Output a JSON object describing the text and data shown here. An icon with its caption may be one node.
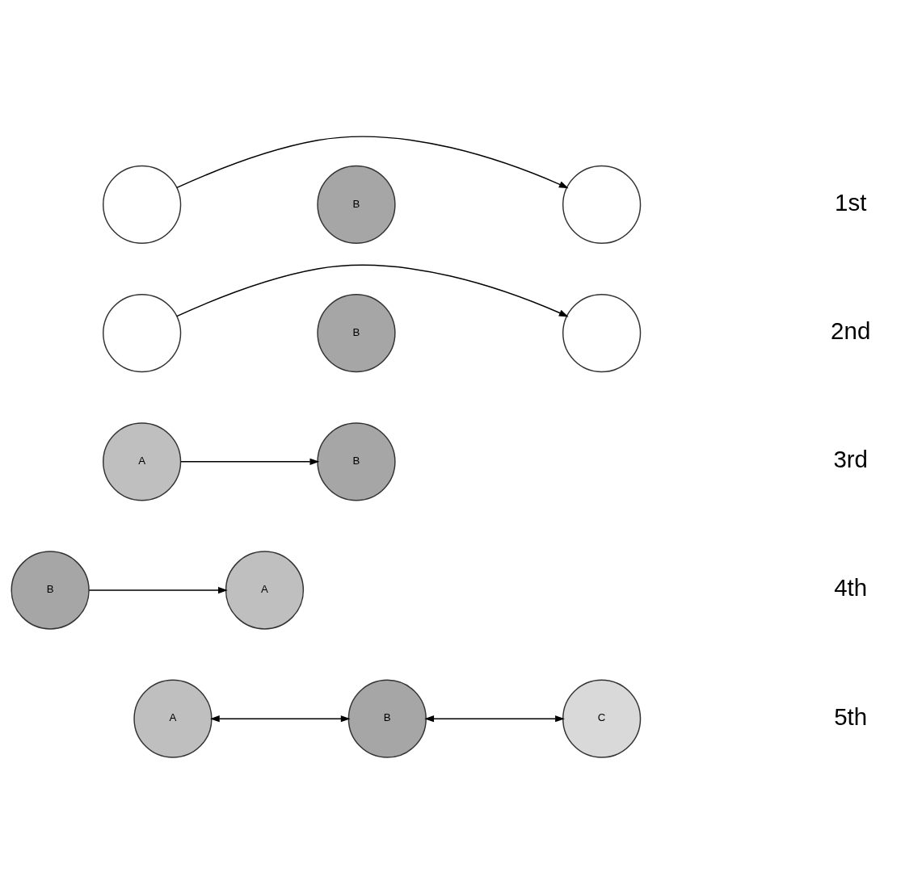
{
  "diagram": {
    "nodes": [
      {
        "text": [],
        "shape": "circle"
      },
      {
        "text": [
          "B"
        ]
      },
      {
        "text": [],
        "shape": "circle"
      },
      {
        "text": [],
        "shape": "circle"
      },
      {
        "text": [
          "B"
        ]
      },
      {
        "text": [],
        "shape": "circle"
      },
      {
        "text": [
          "A"
        ]
      },
      {
        "text": [
          "B"
        ]
      },
      {
        "text": [
          "A"
        ]
      },
      {
        "text": [
          "B"
        ]
      },
      {
        "text": [
          "A"
        ]
      },
      {
        "text": [
          "B"
        ]
      },
      {
        "text": [
          "C"
        ]
      }
    ],
    "edges": [
      {
        "from": 0,
        "to": 2,
        "arrow": "to"
      },
      {
        "from": 3,
        "to": 5,
        "arrow": "to"
      },
      {
        "from": 6,
        "to": 7,
        "arrow": "to"
      },
      {
        "from": 9,
        "to": 8,
        "arrow": "to"
      },
      {
        "from": 10,
        "to": 11,
        "arrow": "both"
      },
      {
        "from": 11,
        "to": 12,
        "arrow": "both"
      }
    ],
    "labels": [
      "1st",
      "2nd",
      "3rd",
      "4th",
      "5th"
    ]
  }
}
